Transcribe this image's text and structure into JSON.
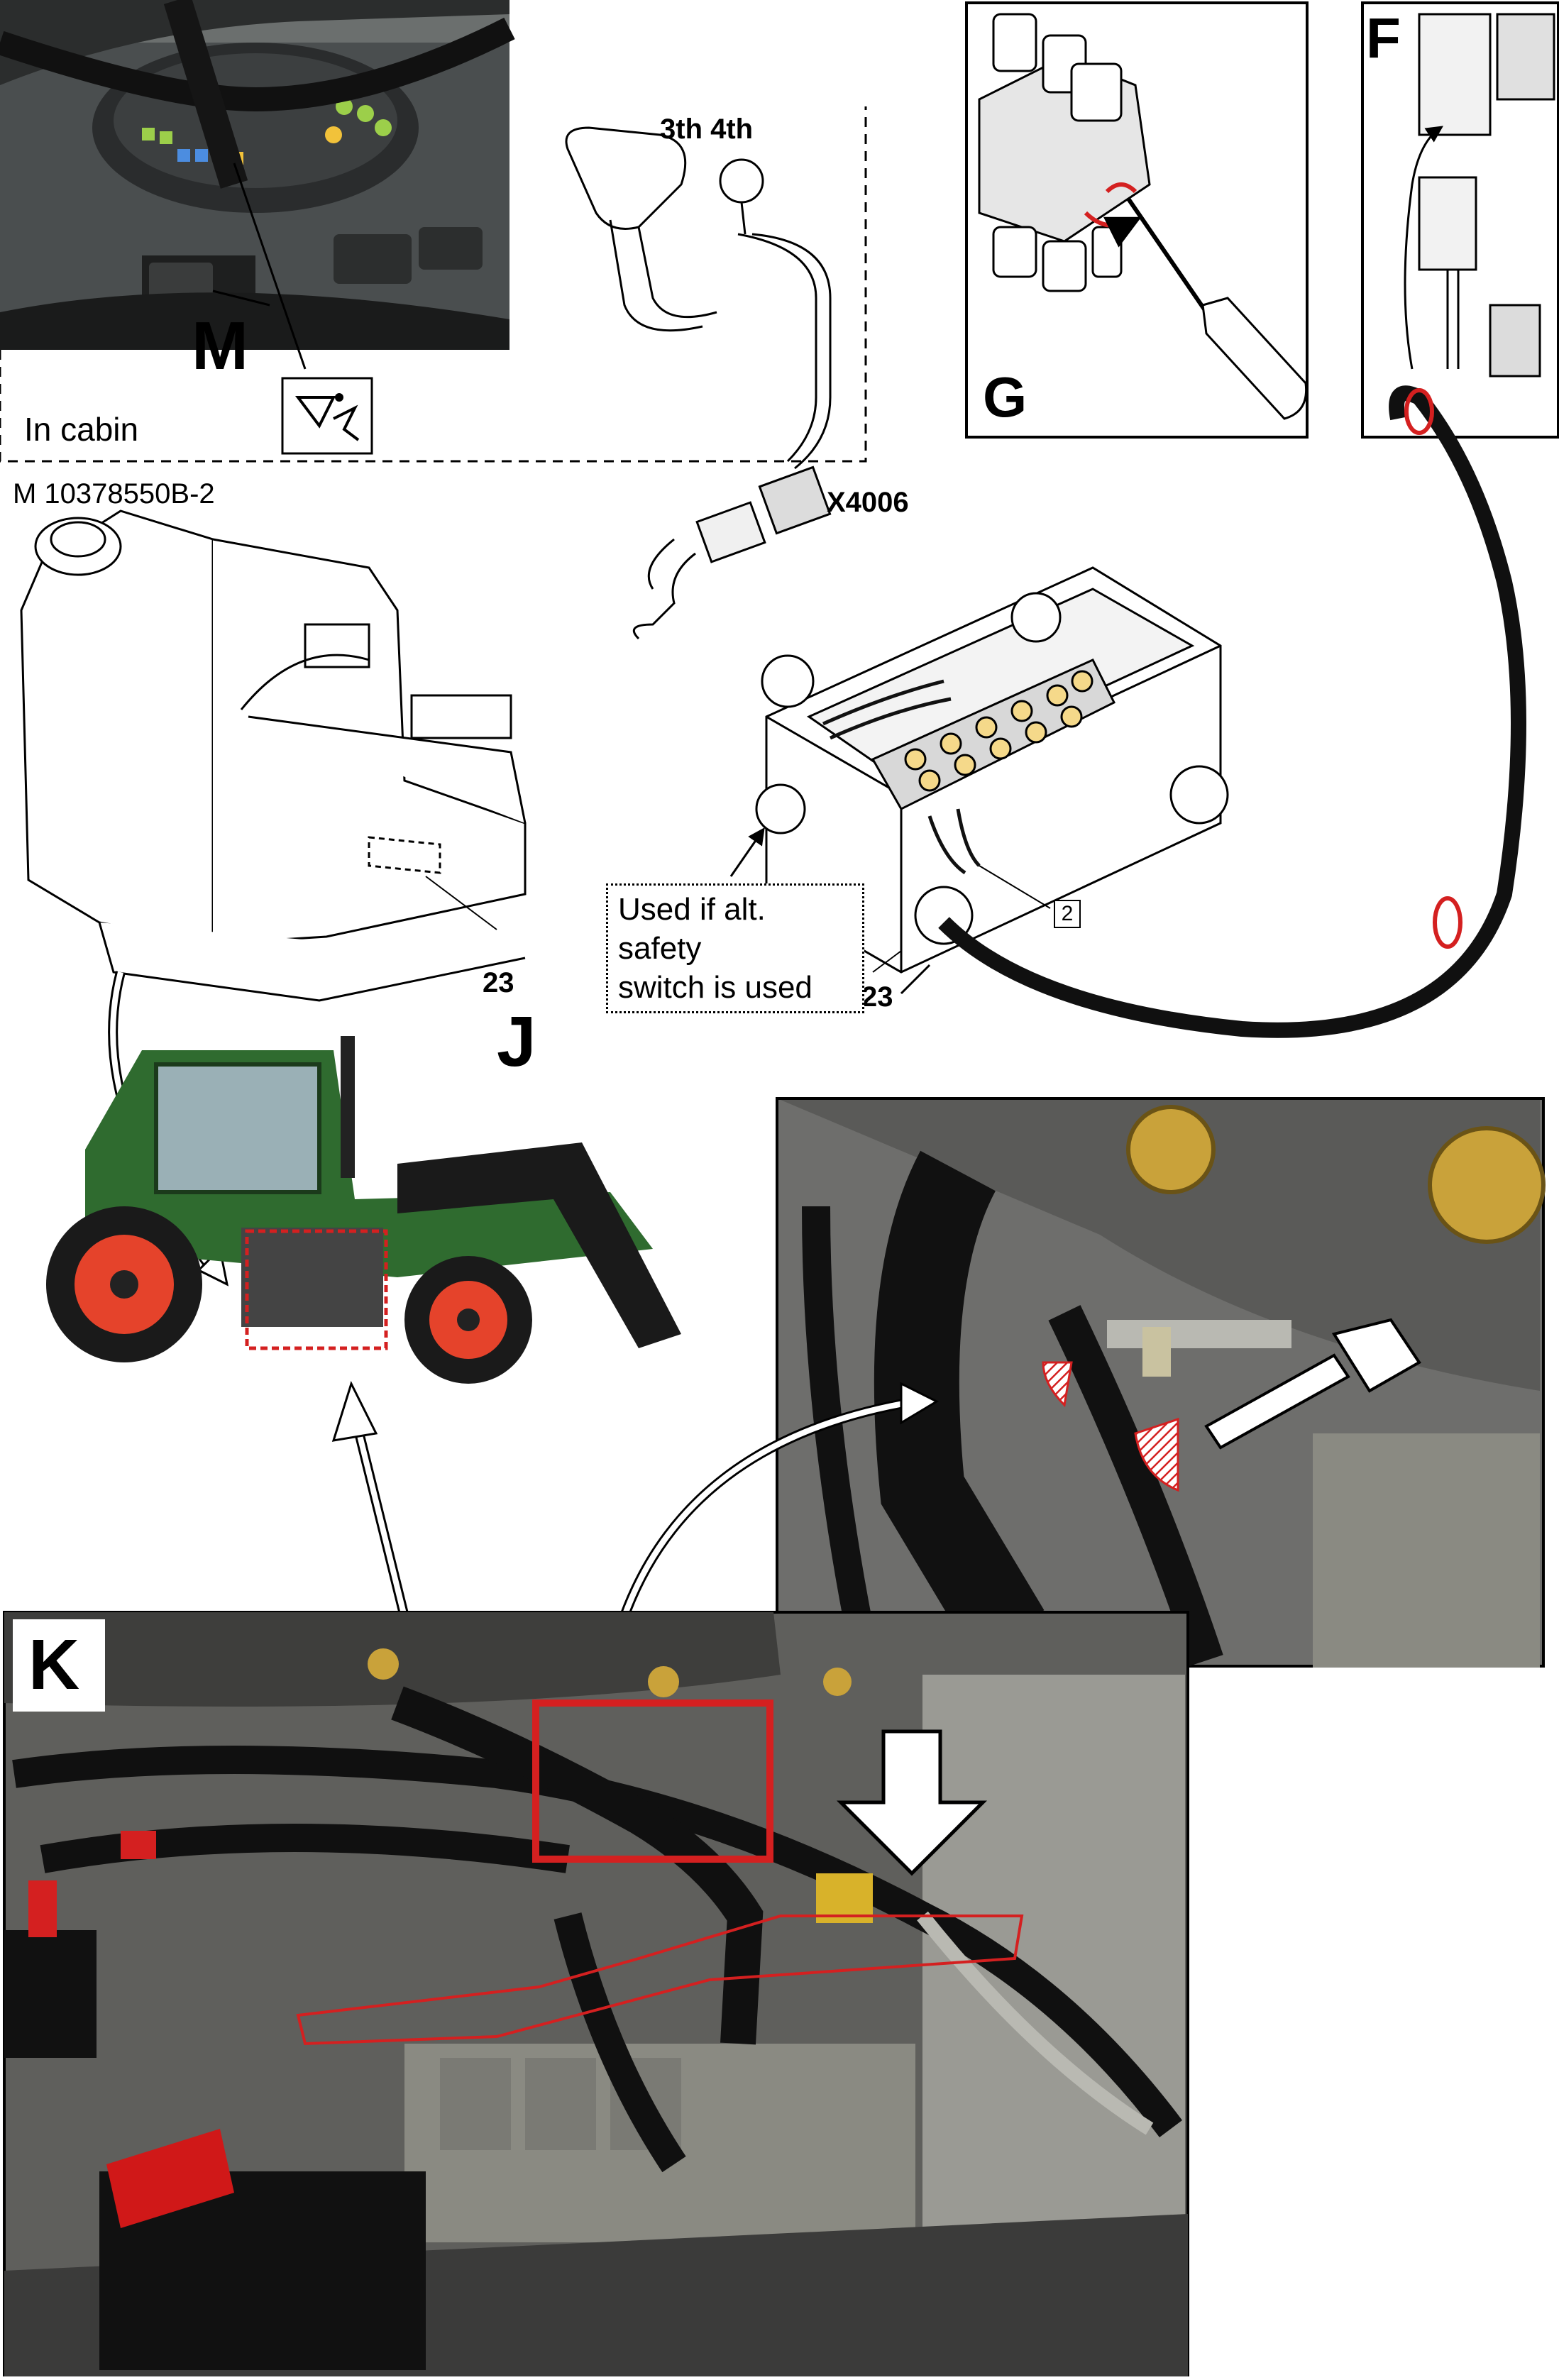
{
  "header": {
    "doc_ref": "M 10378550B-2",
    "cabin_caption": "In cabin",
    "gear_labels": "3th 4th",
    "connector_id": "X4006",
    "box_ref_top": "23",
    "box_ref_bottom": "23",
    "terminal_ref": "2",
    "note_line1": "Used if alt. safety",
    "note_line2": "switch is used"
  },
  "panels": {
    "m": "M",
    "g": "G",
    "f": "F",
    "j": "J",
    "k": "K"
  },
  "colors": {
    "red_marker": "#d42020",
    "tractor_green": "#2f6b2f",
    "wheel_red": "#e5432b",
    "engine_grey": "#8a8a82",
    "hose_black": "#1a1a1a",
    "battery_red": "#d01818"
  },
  "icons": [
    "pedal-switch-icon",
    "saw-icon",
    "screwdriver-icon",
    "down-arrow-icon",
    "curved-arrow-icon"
  ]
}
